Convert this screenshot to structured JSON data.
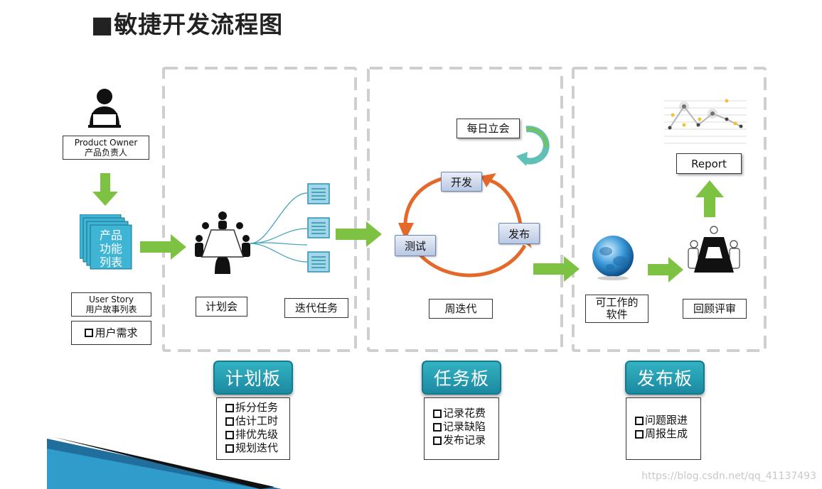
{
  "title": "■敏捷开发流程图",
  "product_owner": {
    "line1": "Product Owner",
    "line2": "产品负责人"
  },
  "product_backlog": {
    "line1": "产品",
    "line2": "功能",
    "line3": "列表"
  },
  "user_story": {
    "line1": "User Story",
    "line2": "用户故事列表"
  },
  "user_needs": "用户需求",
  "planning_meeting": "计划会",
  "iteration_tasks": "迭代任务",
  "daily_standup": "每日立会",
  "cycle": {
    "develop": "开发",
    "test": "测试",
    "release": "发布"
  },
  "weekly_iteration": "周迭代",
  "working_software": {
    "line1": "可工作的",
    "line2": "软件"
  },
  "report": "Report",
  "retrospective": "回顾评审",
  "boards": {
    "plan": {
      "label": "计划板",
      "items": [
        "拆分任务",
        "估计工时",
        "排优先级",
        "规划迭代"
      ]
    },
    "task": {
      "label": "任务板",
      "items": [
        "记录花费",
        "记录缺陷",
        "发布记录"
      ]
    },
    "release": {
      "label": "发布板",
      "items": [
        "问题跟进",
        "周报生成"
      ]
    }
  },
  "watermark": "https://blog.csdn.net/qq_41137493",
  "colors": {
    "arrow_green": "#7dc242",
    "cycle_orange": "#e3682a",
    "board_teal": "#2aa3b8",
    "doc_blue": "#3fb5d6"
  }
}
